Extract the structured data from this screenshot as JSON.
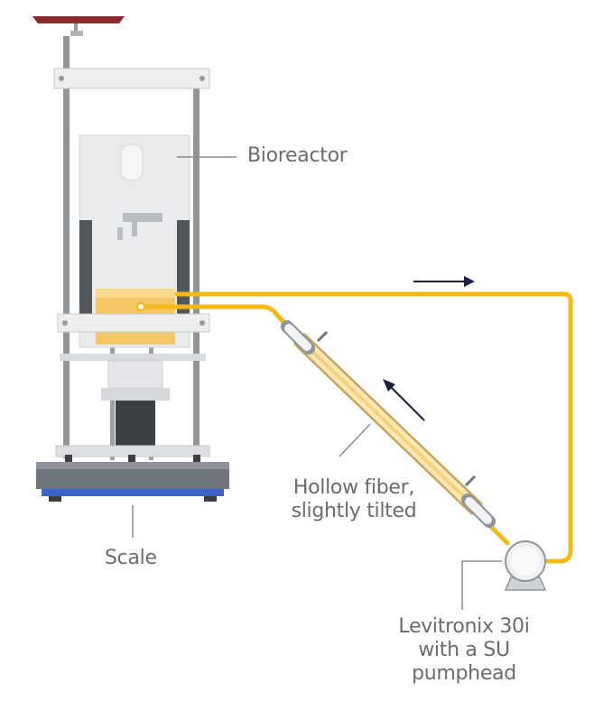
{
  "labels": {
    "bioreactor": "Bioreactor",
    "scale": "Scale",
    "hollow_fiber_line1": "Hollow fiber,",
    "hollow_fiber_line2": "slightly tilted",
    "pump_line1": "Levitronix 30i",
    "pump_line2": "with a SU",
    "pump_line3": "pumphead"
  },
  "colors": {
    "tubing": "#f4b915",
    "arrow": "#1b2145",
    "frame": "#8f969b",
    "vessel": "#e9ebec",
    "liquid": "#f6c766",
    "scale_base": "#6f767c",
    "scale_feet": "#3d62c9",
    "label_text": "#6b6b6b",
    "leader_line": "#8a8a8a",
    "top_cap": "#8b2b2b"
  },
  "icons": [
    "flow-arrow-icon",
    "pump-icon",
    "hollow-fiber-cartridge-icon"
  ]
}
